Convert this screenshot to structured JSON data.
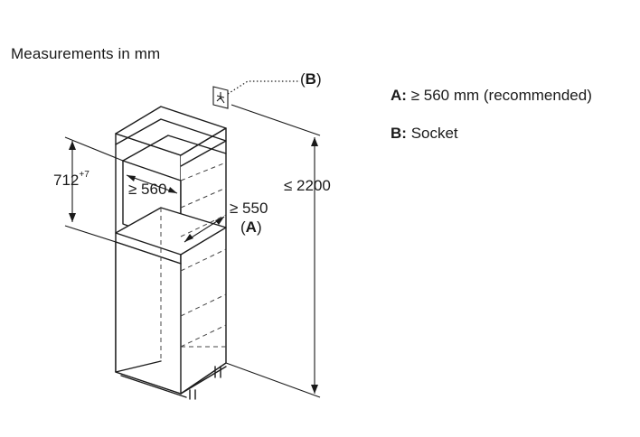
{
  "title": "Measurements in mm",
  "legend": {
    "a_key": "A:",
    "a_text": "≥ 560 mm (recommended)",
    "b_key": "B:",
    "b_text": "Socket"
  },
  "dimensions": {
    "niche_height": "712",
    "niche_height_tolerance": "+7",
    "niche_width": "≥ 560",
    "niche_depth": "≥ 550",
    "ref_a_open": "(",
    "ref_a": "A",
    "ref_a_close": ")",
    "total_height": "≤ 2200",
    "ref_b_open": "(",
    "ref_b": "B",
    "ref_b_close": ")"
  },
  "colors": {
    "line": "#1a1a1a",
    "dashed": "#444444",
    "cabinet_shading": "#f2f2f2"
  },
  "icons": [
    "socket-icon"
  ]
}
